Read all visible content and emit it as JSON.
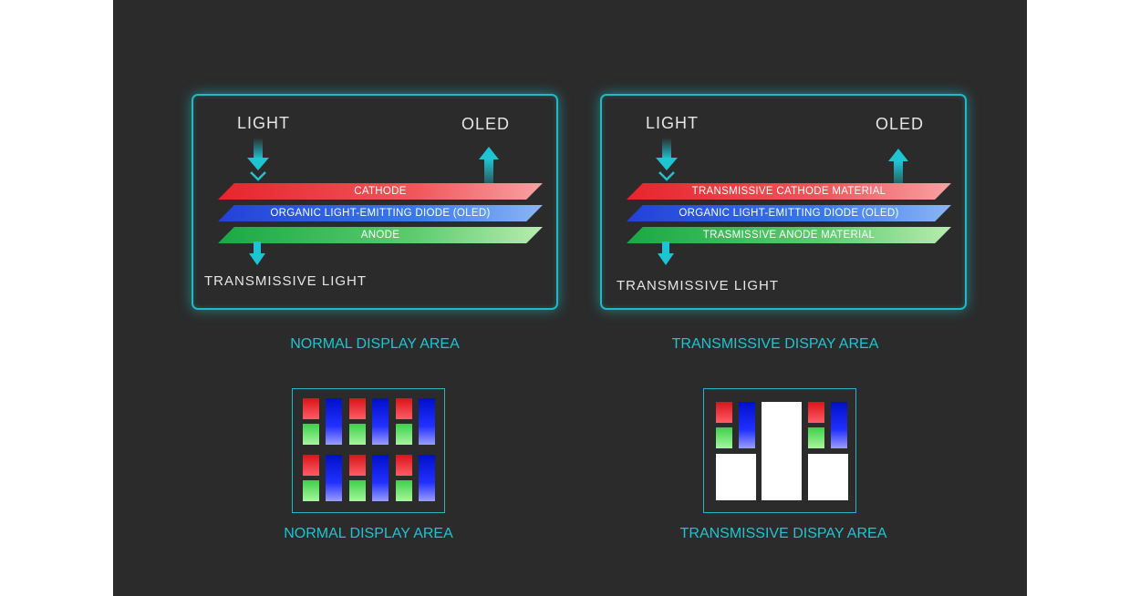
{
  "left_panel": {
    "light_label": "LIGHT",
    "oled_label": "OLED",
    "cathode": "CATHODE",
    "oled_layer": "ORGANIC LIGHT-EMITTING DIODE (OLED)",
    "anode": "ANODE",
    "transmissive_light": "TRANSMISSIVE LIGHT",
    "caption": "NORMAL DISPLAY AREA"
  },
  "right_panel": {
    "light_label": "LIGHT",
    "oled_label": "OLED",
    "cathode": "TRANSMISSIVE CATHODE MATERIAL",
    "oled_layer": "ORGANIC LIGHT-EMITTING DIODE (OLED)",
    "anode": "TRASMISSIVE ANODE MATERIAL",
    "transmissive_light": "TRANSMISSIVE LIGHT",
    "caption": "TRANSMISSIVE DISPAY AREA"
  },
  "pixel_left": {
    "caption": "NORMAL DISPLAY AREA"
  },
  "pixel_right": {
    "caption": "TRANSMISSIVE DISPAY AREA"
  },
  "colors": {
    "accent": "#22b8c6",
    "background": "#2b2b2b",
    "cathode_red": "#e8242c",
    "oled_blue": "#2341d8",
    "anode_green": "#1aa845",
    "arrow": "#1fc4d2"
  }
}
